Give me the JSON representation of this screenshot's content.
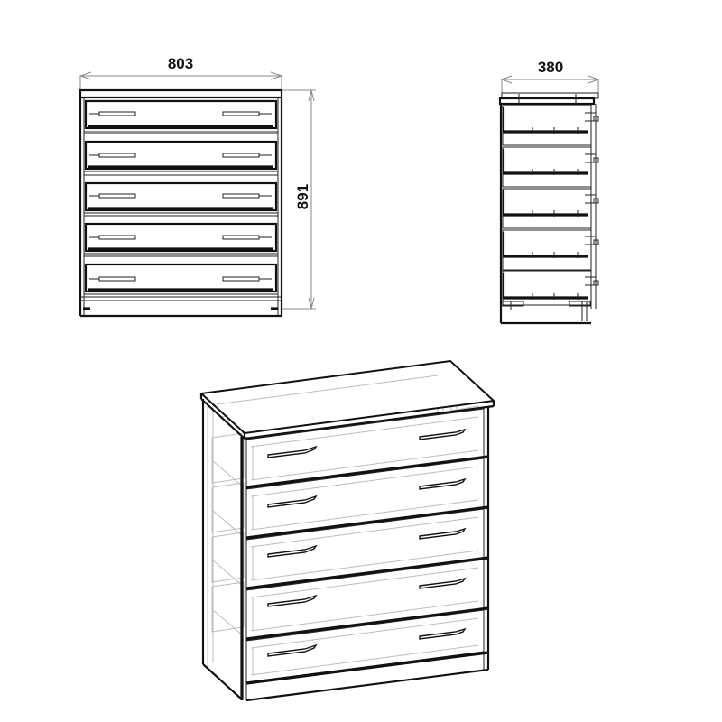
{
  "diagram": {
    "type": "furniture technical drawing",
    "subject": "chest of drawers",
    "drawer_count": 5,
    "units": "mm",
    "colors": {
      "line": "#111111",
      "ghost_line": "#bdbdbd",
      "dimension_line": "#8a8a8a",
      "background": "#ffffff"
    }
  },
  "views": {
    "front": {
      "label": "front-view",
      "dimensions": {
        "width_label": "803",
        "height_label": "891"
      }
    },
    "side": {
      "label": "side-view",
      "dimensions": {
        "depth_label": "380"
      }
    },
    "perspective": {
      "label": "perspective-view"
    }
  }
}
